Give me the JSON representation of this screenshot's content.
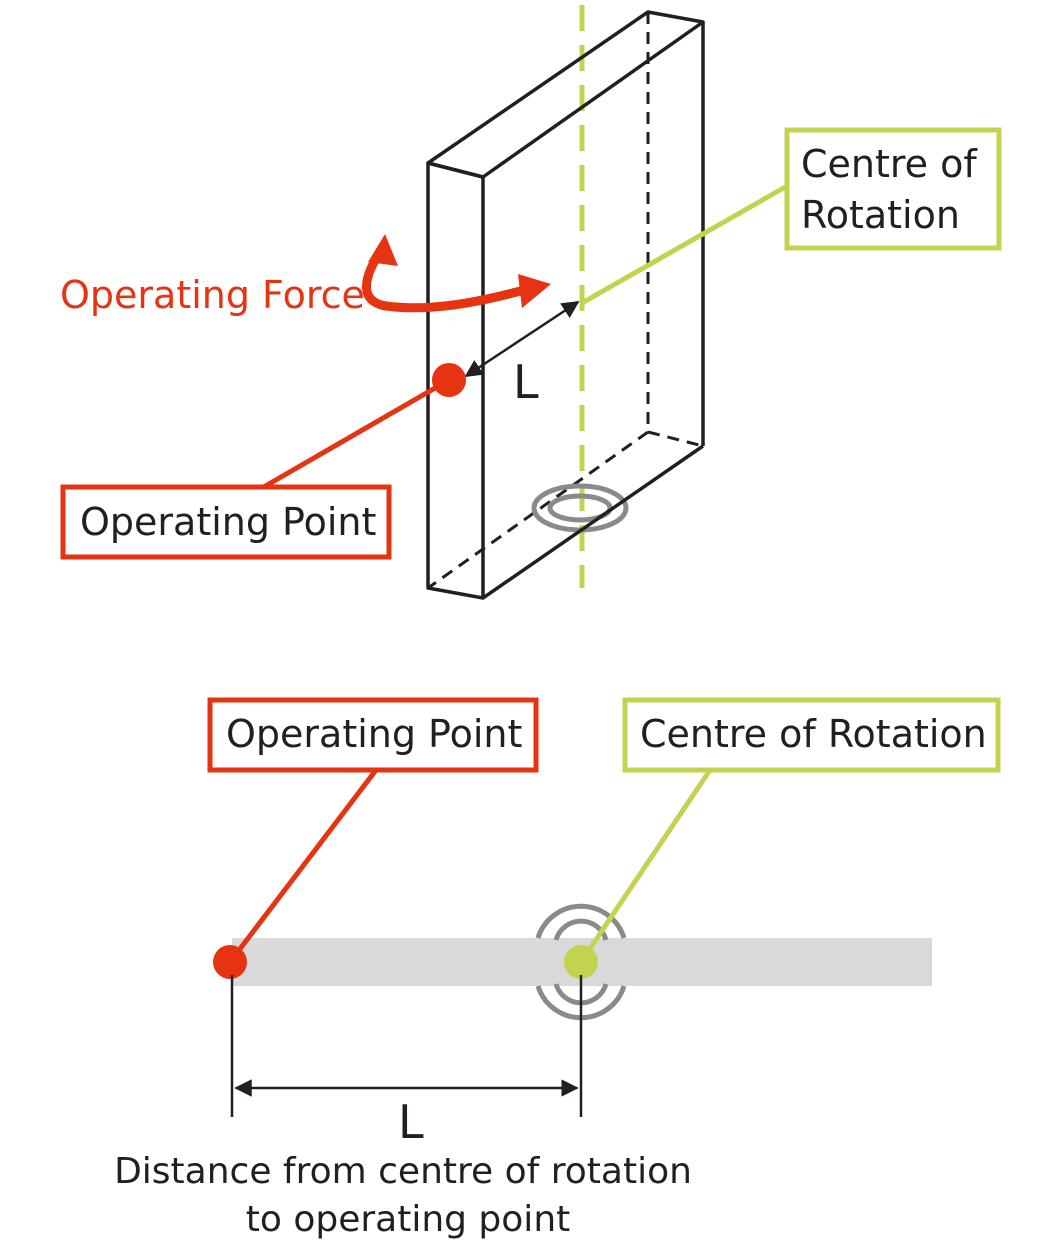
{
  "colors": {
    "operating": "#e63312",
    "rotation": "#c3d350",
    "ink": "#231f20",
    "bar": "#d9d9d9",
    "ring": "#8a8a8a"
  },
  "top_view": {
    "rotation_label_line1": "Centre of",
    "rotation_label_line2": "Rotation",
    "force_label": "Operating Force",
    "distance_label": "L",
    "operating_point_label": "Operating Point"
  },
  "bottom_view": {
    "operating_point_label": "Operating Point",
    "rotation_label": "Centre of Rotation",
    "distance_label": "L",
    "caption_line1": "Distance from centre of rotation",
    "caption_line2": "to operating point"
  }
}
